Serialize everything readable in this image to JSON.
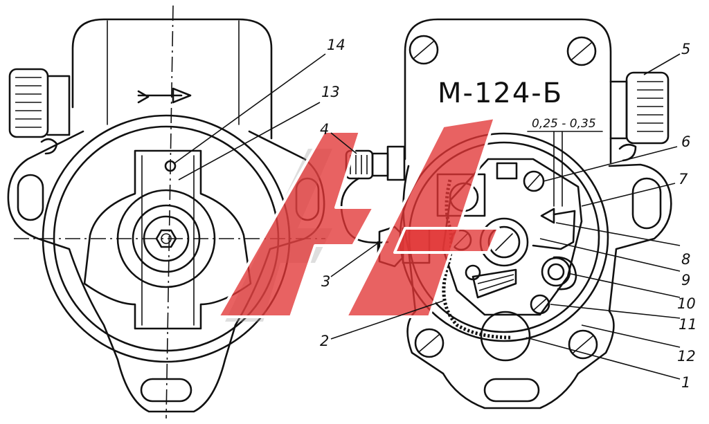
{
  "drawing": {
    "model_marking": "М-124-Б",
    "gap_label": "0,25 - 0,35",
    "callouts": [
      "14",
      "13",
      "5",
      "4",
      "6",
      "7",
      "8",
      "3",
      "9",
      "10",
      "11",
      "2",
      "12",
      "1"
    ],
    "watermark_brand": "A4",
    "colors": {
      "ink": "#111111",
      "paper": "#ffffff",
      "watermark": "#e23636"
    }
  }
}
